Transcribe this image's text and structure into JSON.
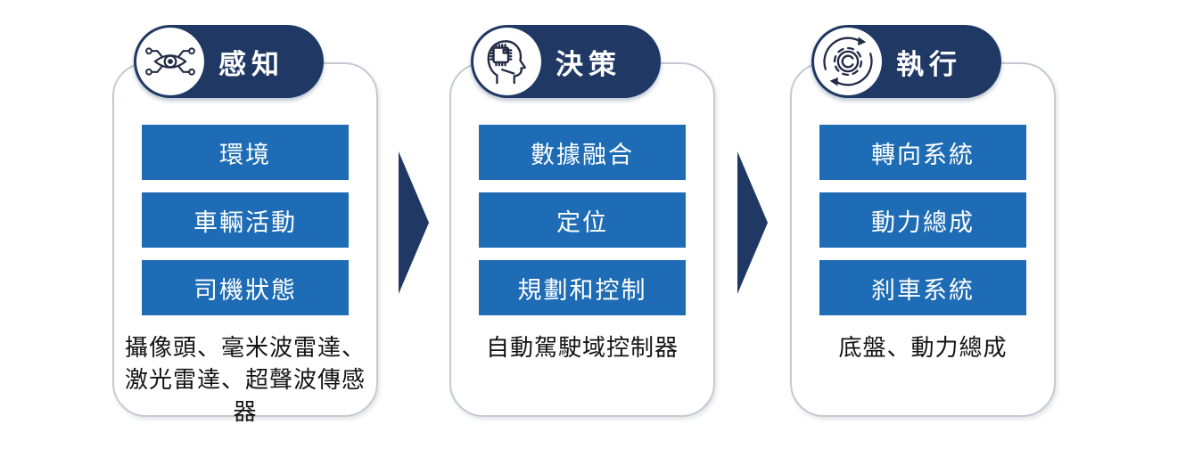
{
  "colors": {
    "navy_header": "#1f3864",
    "blue_box": "#1e6cb5",
    "card_border": "#c4cad3",
    "caption_text": "#141414",
    "pill_text": "#ffffff"
  },
  "stages": [
    {
      "id": "perception",
      "icon": "eye-network-icon",
      "title": "感知",
      "items": [
        "環境",
        "車輛活動",
        "司機狀態"
      ],
      "caption_lines": [
        "攝像頭、毫米波雷達、",
        "激光雷達、超聲波傳感器"
      ]
    },
    {
      "id": "decision",
      "icon": "head-chip-icon",
      "title": "決策",
      "items": [
        "數據融合",
        "定位",
        "規劃和控制"
      ],
      "caption_lines": [
        "自動駕駛域控制器"
      ]
    },
    {
      "id": "execution",
      "icon": "gear-cycle-icon",
      "title": "執行",
      "items": [
        "轉向系統",
        "動力總成",
        "刹車系統"
      ],
      "caption_lines": [
        "底盤、動力總成"
      ]
    }
  ],
  "arrows": [
    {
      "name": "flow-arrow-right",
      "from": "perception",
      "to": "decision"
    },
    {
      "name": "flow-arrow-right",
      "from": "decision",
      "to": "execution"
    }
  ]
}
